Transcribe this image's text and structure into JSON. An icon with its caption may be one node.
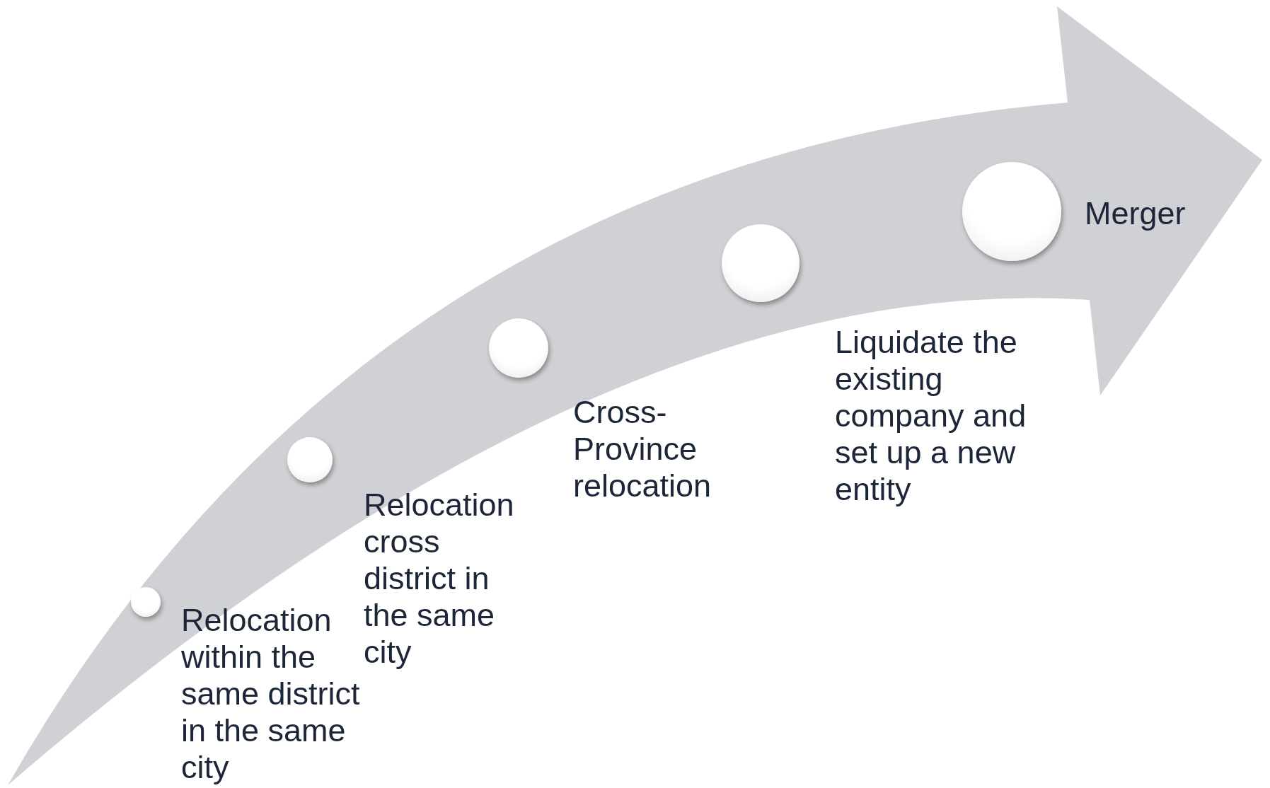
{
  "diagram": {
    "nodes": [
      {
        "text": [],
        "shape": "circle",
        "beside": [
          "Relocation within the same district in the same city"
        ]
      },
      {
        "text": [],
        "shape": "circle",
        "beside": [
          "Relocation cross district in the same city"
        ]
      },
      {
        "text": [],
        "shape": "circle",
        "beside": [
          "Cross-Province relocation"
        ]
      },
      {
        "text": [],
        "shape": "circle",
        "beside": [
          "Liquidate the existing company and set up a new entity"
        ]
      },
      {
        "text": [],
        "shape": "circle",
        "beside": [
          "Merger"
        ]
      }
    ]
  }
}
